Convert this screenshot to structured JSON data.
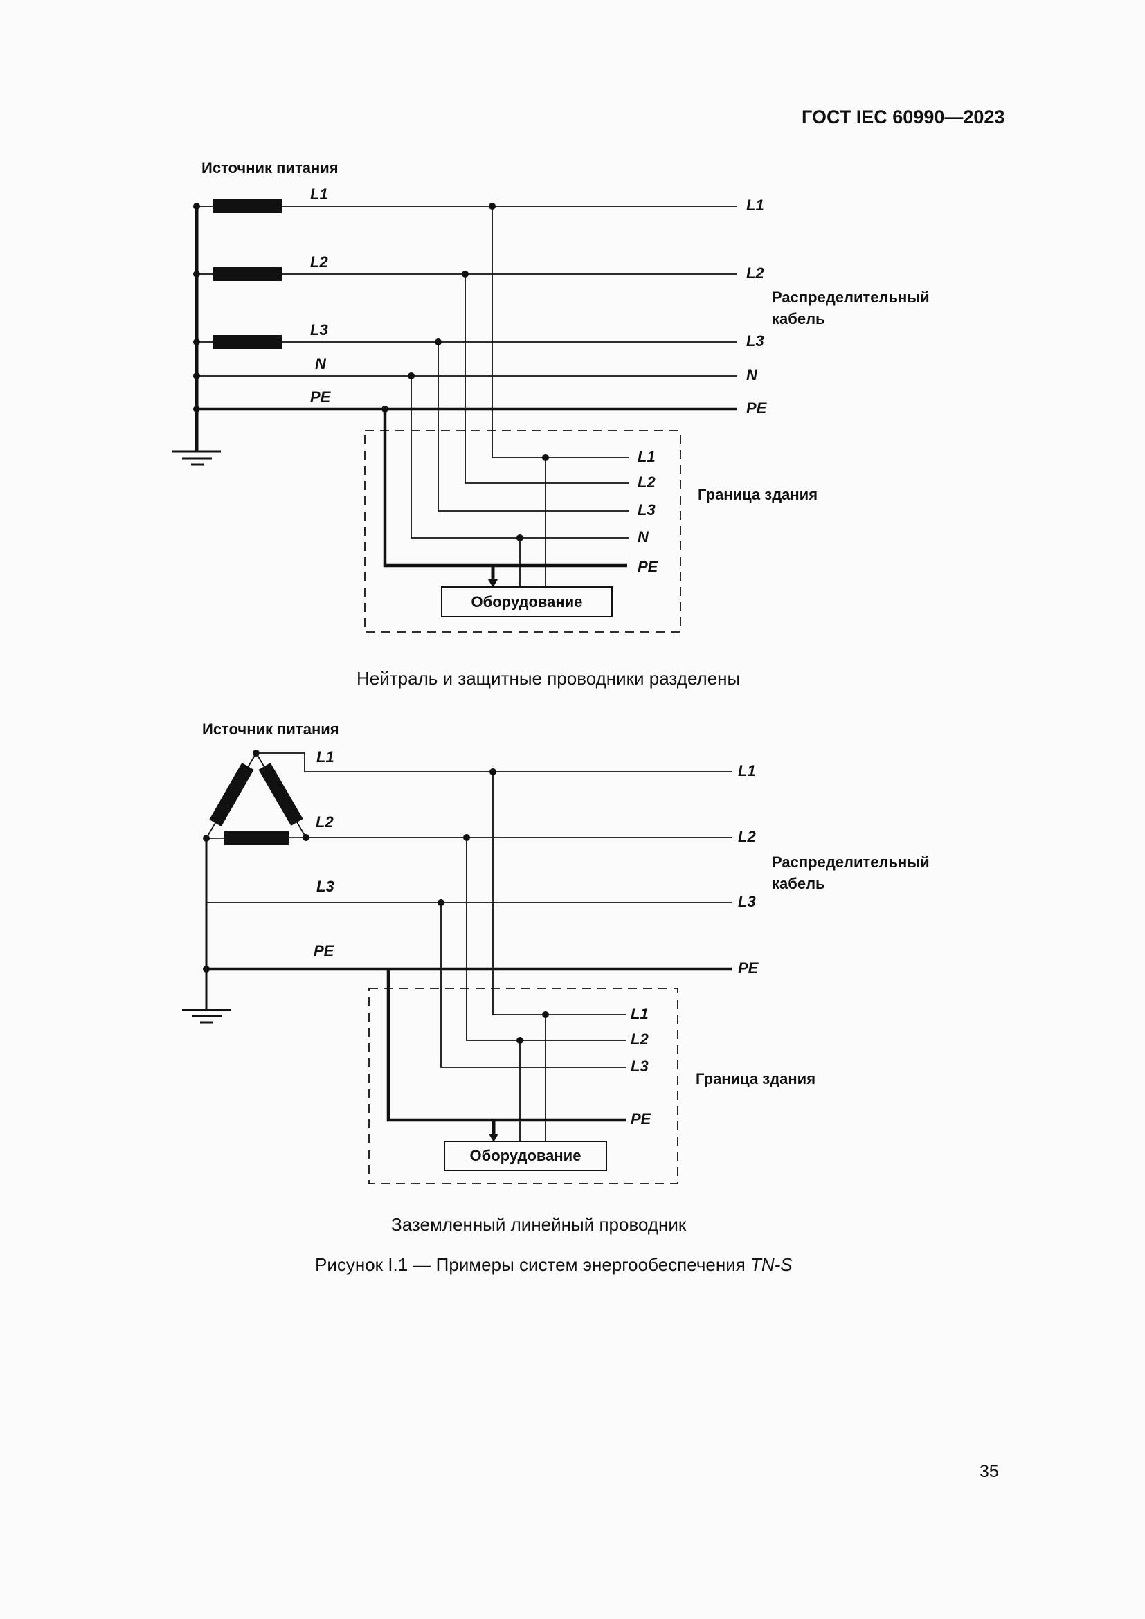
{
  "page": {
    "header": "ГОСТ IEC 60990—2023",
    "page_number": "35",
    "figure_caption_text": "Рисунок I.1 — Примеры систем энергообеспечения ",
    "figure_caption_system": "TN-S"
  },
  "diagram_top": {
    "source_label": "Источник питания",
    "distribution_cable_label": "Распределительный кабель",
    "building_boundary_label": "Граница здания",
    "equipment_label": "Оборудование",
    "caption": "Нейтраль и защитные проводники разделены",
    "conductors_source": [
      "L1",
      "L2",
      "L3",
      "N",
      "PE"
    ],
    "conductors_cable": [
      "L1",
      "L2",
      "L3",
      "N",
      "PE"
    ],
    "conductors_building": [
      "L1",
      "L2",
      "L3",
      "N",
      "PE"
    ]
  },
  "diagram_bottom": {
    "source_label": "Источник питания",
    "distribution_cable_label": "Распределительный кабель",
    "building_boundary_label": "Граница здания",
    "equipment_label": "Оборудование",
    "caption": "Заземленный линейный проводник",
    "conductors_source": [
      "L1",
      "L2",
      "L3",
      "PE"
    ],
    "conductors_cable": [
      "L1",
      "L2",
      "L3",
      "PE"
    ],
    "conductors_building": [
      "L1",
      "L2",
      "L3",
      "PE"
    ]
  }
}
